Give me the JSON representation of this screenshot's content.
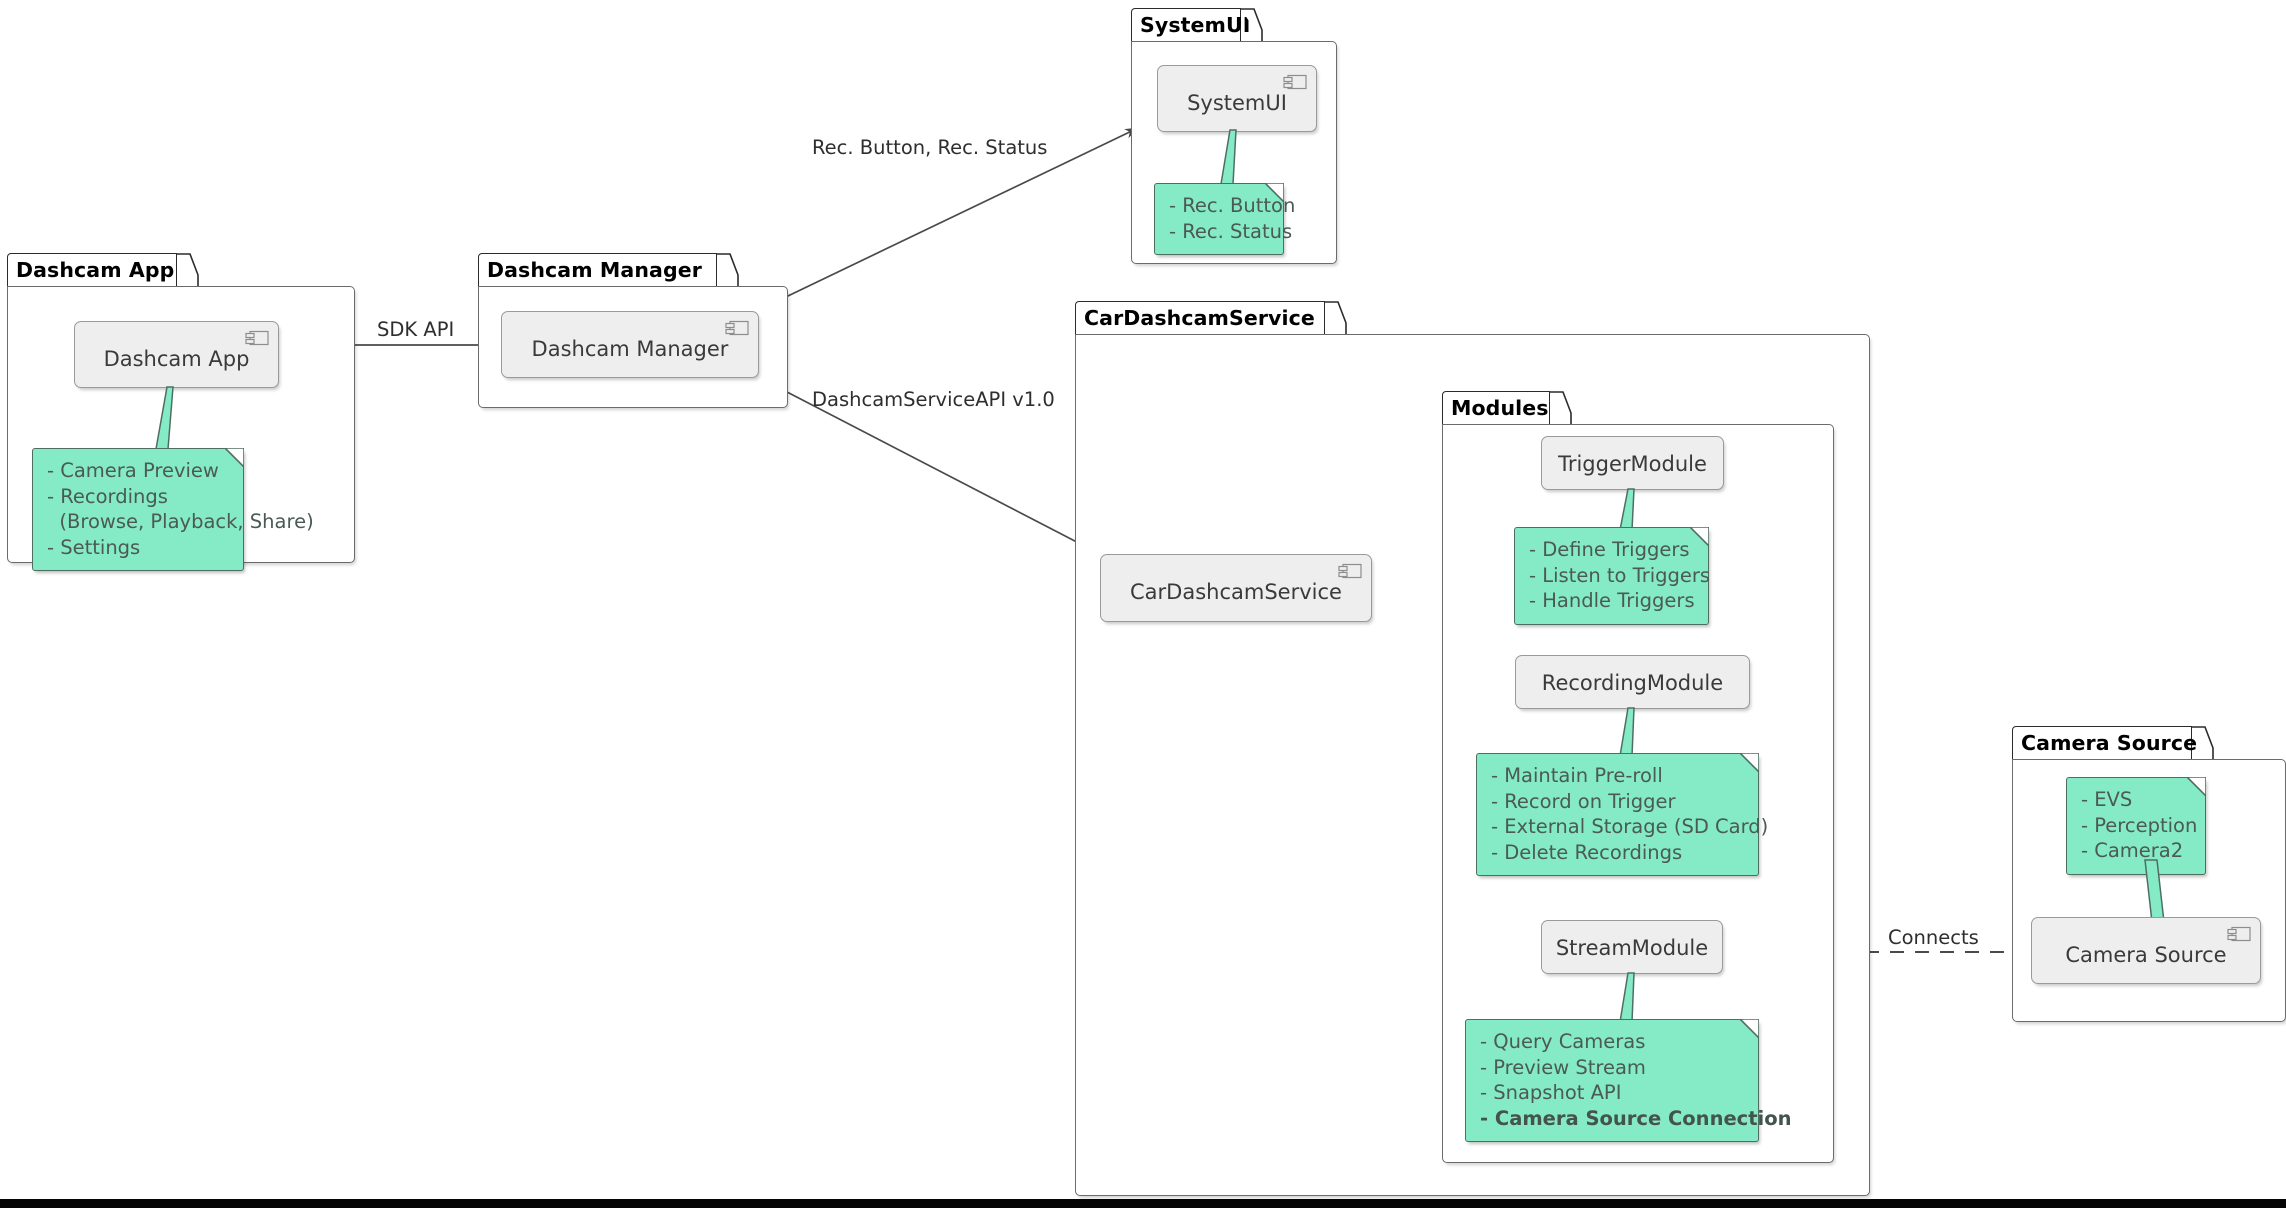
{
  "diagram": {
    "title": "Dashcam Architecture Component Diagram",
    "type": "uml-component-diagram",
    "colors": {
      "note_fill": "#85eac6",
      "note_border": "#4f6e63",
      "component_fill": "#eeeeee",
      "component_border": "#9a9a9a",
      "package_border": "#6b6b6b",
      "package_title": "#000000",
      "edge": "#4a4a4a",
      "canvas": "#ffffff",
      "bottom_bar": "#050505"
    }
  },
  "packages": [
    {
      "id": "pkg-dashcam-app",
      "title": "Dashcam App",
      "component": {
        "id": "comp-dashcam-app",
        "label": "Dashcam App",
        "icon": "uml-component-icon"
      },
      "note": {
        "id": "note-dashcam-app",
        "lines": [
          {
            "text": "- Camera Preview",
            "bold": false
          },
          {
            "text": "- Recordings",
            "bold": false
          },
          {
            "text": "  (Browse, Playback, Share)",
            "bold": false
          },
          {
            "text": "- Settings",
            "bold": false
          }
        ]
      }
    },
    {
      "id": "pkg-dashcam-manager",
      "title": "Dashcam Manager",
      "component": {
        "id": "comp-dashcam-manager",
        "label": "Dashcam Manager",
        "icon": "uml-component-icon"
      },
      "note": null
    },
    {
      "id": "pkg-systemui",
      "title": "SystemUI",
      "component": {
        "id": "comp-systemui",
        "label": "SystemUI",
        "icon": "uml-component-icon"
      },
      "note": {
        "id": "note-systemui",
        "lines": [
          {
            "text": "- Rec. Button",
            "bold": false
          },
          {
            "text": "- Rec. Status",
            "bold": false
          }
        ]
      }
    },
    {
      "id": "pkg-car-dashcam-service",
      "title": "CarDashcamService",
      "component": {
        "id": "comp-car-dashcam-service",
        "label": "CarDashcamService",
        "icon": "uml-component-icon"
      },
      "note": null,
      "nested_package": {
        "id": "pkg-modules",
        "title": "Modules",
        "components": [
          {
            "id": "comp-trigger-module",
            "label": "TriggerModule",
            "icon": "none",
            "note": {
              "id": "note-trigger-module",
              "lines": [
                {
                  "text": "- Define Triggers",
                  "bold": false
                },
                {
                  "text": "- Listen to Triggers",
                  "bold": false
                },
                {
                  "text": "- Handle Triggers",
                  "bold": false
                }
              ]
            }
          },
          {
            "id": "comp-recording-module",
            "label": "RecordingModule",
            "icon": "none",
            "note": {
              "id": "note-recording-module",
              "lines": [
                {
                  "text": "- Maintain Pre-roll",
                  "bold": false
                },
                {
                  "text": "- Record on Trigger",
                  "bold": false
                },
                {
                  "text": "- External Storage (SD Card)",
                  "bold": false
                },
                {
                  "text": "- Delete Recordings",
                  "bold": false
                }
              ]
            }
          },
          {
            "id": "comp-stream-module",
            "label": "StreamModule",
            "icon": "none",
            "note": {
              "id": "note-stream-module",
              "lines": [
                {
                  "text": "- Query Cameras",
                  "bold": false
                },
                {
                  "text": "- Preview Stream",
                  "bold": false
                },
                {
                  "text": "- Snapshot API",
                  "bold": false
                },
                {
                  "text": "- Camera Source Connection",
                  "bold": true
                }
              ]
            }
          }
        ]
      }
    },
    {
      "id": "pkg-camera-source",
      "title": "Camera Source",
      "component": {
        "id": "comp-camera-source",
        "label": "Camera Source",
        "icon": "uml-component-icon"
      },
      "note": {
        "id": "note-camera-source",
        "lines": [
          {
            "text": "- EVS",
            "bold": false
          },
          {
            "text": "- Perception",
            "bold": false
          },
          {
            "text": "- Camera2",
            "bold": false
          }
        ]
      }
    }
  ],
  "edges": [
    {
      "id": "edge-sdk-api",
      "from": "Dashcam App",
      "to": "Dashcam Manager",
      "label": "SDK API",
      "style": "solid-arrow"
    },
    {
      "id": "edge-rec-button-status",
      "from": "Dashcam Manager",
      "to": "SystemUI",
      "label": "Rec. Button, Rec. Status",
      "style": "solid-arrow"
    },
    {
      "id": "edge-dashcam-service-api",
      "from": "Dashcam Manager",
      "to": "CarDashcamService",
      "label": "DashcamServiceAPI v1.0",
      "style": "solid-arrow"
    },
    {
      "id": "edge-service-to-trigger",
      "from": "CarDashcamService",
      "to": "TriggerModule",
      "label": "",
      "style": "solid-arrow"
    },
    {
      "id": "edge-service-to-recording",
      "from": "CarDashcamService",
      "to": "RecordingModule",
      "label": "",
      "style": "solid-arrow"
    },
    {
      "id": "edge-service-to-stream",
      "from": "CarDashcamService",
      "to": "StreamModule",
      "label": "",
      "style": "solid-arrow-curved"
    },
    {
      "id": "edge-connects",
      "from": "StreamModule",
      "to": "Camera Source",
      "label": "Connects",
      "style": "dashed"
    }
  ]
}
